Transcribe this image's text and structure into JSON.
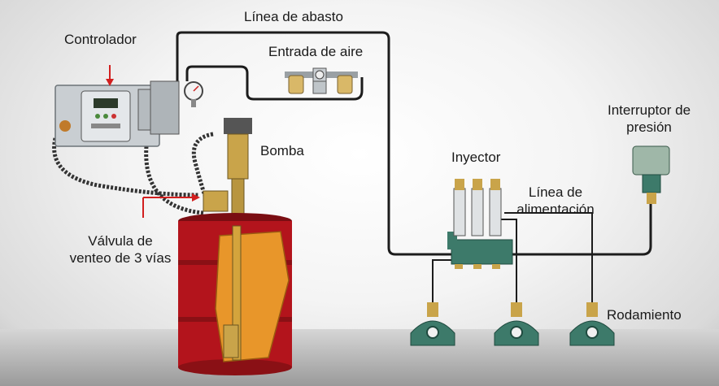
{
  "labels": {
    "linea_abasto": "Línea de abasto",
    "controlador": "Controlador",
    "entrada_aire": "Entrada de aire",
    "interruptor_1": "Interruptor de",
    "interruptor_2": "presión",
    "bomba": "Bomba",
    "inyector": "Inyector",
    "linea_alim_1": "Línea de",
    "linea_alim_2": "alimentación",
    "valvula_1": "Válvula de",
    "valvula_2": "venteo de 3 vías",
    "rodamiento": "Rodamiento"
  },
  "colors": {
    "pipe": "#1c1c1c",
    "drum": "#b3141c",
    "drum_cutaway": "#e8962a",
    "bearing": "#3d7a6a",
    "brass": "#c9a44a",
    "controller": "#c9ced2",
    "arrow": "#d21f1f"
  },
  "icons": {
    "controller": "controller-icon",
    "filter": "air-filter-icon",
    "gauge": "pressure-gauge-icon",
    "pump": "pump-icon",
    "drum": "drum-icon",
    "injector": "injector-icon",
    "switch": "pressure-switch-icon",
    "bearing": "pillow-block-bearing-icon"
  }
}
